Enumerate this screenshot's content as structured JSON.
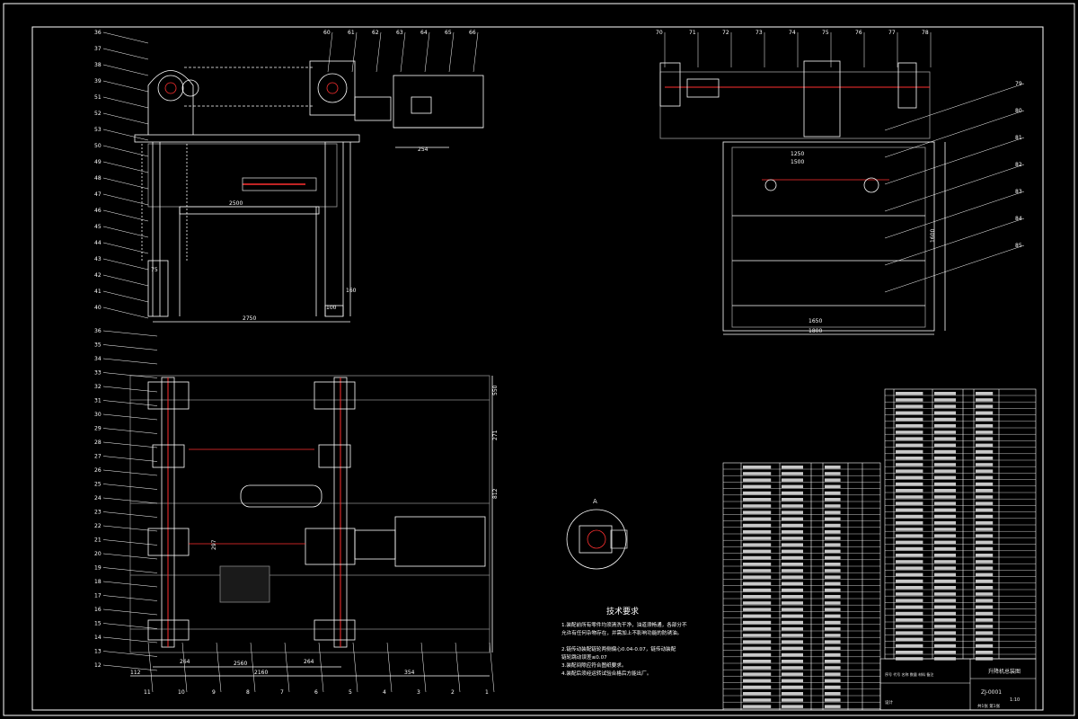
{
  "drawing": {
    "notes": {
      "title": "技术要求",
      "lines": [
        "1.装配前所有零件均须清洗干净，油道须畅通，各部分不",
        "允许有任何杂物存在，并需加上不影响功能的防锈油。",
        "2.链传动装配链轮两侧偏心0.04-0.07，链传动装配",
        "链轮跳动误差≤0.07",
        "3.装配间隙应符合图纸要求。",
        "4.装配后须经运转试验合格后方能出厂。"
      ]
    },
    "view_labels": {
      "section": "A"
    },
    "dimensions": [
      {
        "name": "width-front",
        "text": "2750"
      },
      {
        "name": "inner-front",
        "text": "2500"
      },
      {
        "name": "plan-width",
        "text": "2560"
      },
      {
        "name": "plan-span",
        "text": "2160"
      },
      {
        "name": "side-top",
        "text": "1250"
      },
      {
        "name": "side-inner",
        "text": "1500"
      },
      {
        "name": "side-mid",
        "text": "1650"
      },
      {
        "name": "side-bottom",
        "text": "1800"
      },
      {
        "name": "side-height",
        "text": "1600"
      },
      {
        "name": "motor-x",
        "text": "254"
      },
      {
        "name": "plan-264a",
        "text": "264"
      },
      {
        "name": "plan-264b",
        "text": "264"
      },
      {
        "name": "plan-354",
        "text": "354"
      },
      {
        "name": "plan-112",
        "text": "112"
      },
      {
        "name": "plan-271",
        "text": "271"
      },
      {
        "name": "plan-550",
        "text": "550"
      },
      {
        "name": "plan-812",
        "text": "812"
      },
      {
        "name": "plan-297",
        "text": "297"
      },
      {
        "name": "front-160",
        "text": "160"
      },
      {
        "name": "front-100",
        "text": "100"
      },
      {
        "name": "front-75",
        "text": "75"
      }
    ],
    "balloons_front_left": [
      "36",
      "37",
      "38",
      "39",
      "51",
      "52",
      "53",
      "50",
      "49",
      "48",
      "47",
      "46",
      "45",
      "44",
      "43",
      "42",
      "41",
      "40"
    ],
    "balloons_front_top": [
      "60",
      "61",
      "62",
      "63",
      "64",
      "65",
      "66"
    ],
    "balloons_plan_left": [
      "36",
      "35",
      "34",
      "33",
      "32",
      "31",
      "30",
      "29",
      "28",
      "27",
      "26",
      "25",
      "24",
      "23",
      "22",
      "21",
      "20",
      "19",
      "18",
      "17",
      "16",
      "15",
      "14",
      "13",
      "12"
    ],
    "balloons_plan_bottom": [
      "11",
      "10",
      "9",
      "8",
      "7",
      "6",
      "5",
      "4",
      "3",
      "2",
      "1"
    ],
    "balloons_side_top": [
      "70",
      "71",
      "72",
      "73",
      "74",
      "75",
      "76",
      "77",
      "78"
    ],
    "balloons_side_right": [
      "79",
      "80",
      "81",
      "82",
      "83",
      "84",
      "85"
    ],
    "title_block": {
      "drawing_name": "升降机总装图",
      "drawing_no": "ZJ-0001",
      "scale": "1:10",
      "sheet": "共1张 第1张",
      "school": "设计",
      "header_row": "序号 代号 名称 数量 材料 备注"
    }
  }
}
